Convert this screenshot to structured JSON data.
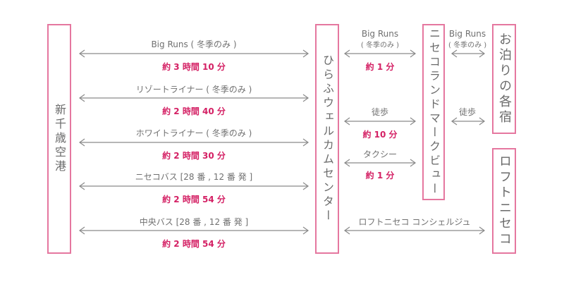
{
  "colors": {
    "box_border": "#e5779f",
    "time_text": "#d42064",
    "label_text": "#707070",
    "arrow": "#8a8a8a"
  },
  "nodes": {
    "new_chitose": "新千歳空港",
    "hirafu_welcome": "ひらふウェルカムセンター",
    "niseko_landmark": "ニセコランドマークビュー",
    "accommodations": "お泊りの各宿",
    "loft_niseko": "ロフトニセコ"
  },
  "routes_airport": [
    {
      "label": "Big Runs ( 冬季のみ )",
      "time": "約 3 時間 10 分"
    },
    {
      "label": "リゾートライナー ( 冬季のみ )",
      "time": "約 2 時間 40 分"
    },
    {
      "label": "ホワイトライナー ( 冬季のみ )",
      "time": "約 2 時間 30 分"
    },
    {
      "label": "ニセコバス [28 番 , 12 番 発 ]",
      "time": "約 2 時間 54 分"
    },
    {
      "label": "中央バス [28 番 , 12 番 発 ]",
      "time": "約 2 時間 54 分"
    }
  ],
  "routes_hirafu_landmark": [
    {
      "label": "Big Runs",
      "sublabel": "( 冬季のみ )",
      "time": "約 1 分"
    },
    {
      "label": "徒歩",
      "time": "約 10 分"
    },
    {
      "label": "タクシー",
      "time": "約 1 分"
    }
  ],
  "routes_landmark_accom": [
    {
      "label": "Big Runs",
      "sublabel": "( 冬季のみ )"
    },
    {
      "label": "徒歩"
    }
  ],
  "route_hirafu_loft": {
    "label": "ロフトニセコ コンシェルジュ"
  }
}
